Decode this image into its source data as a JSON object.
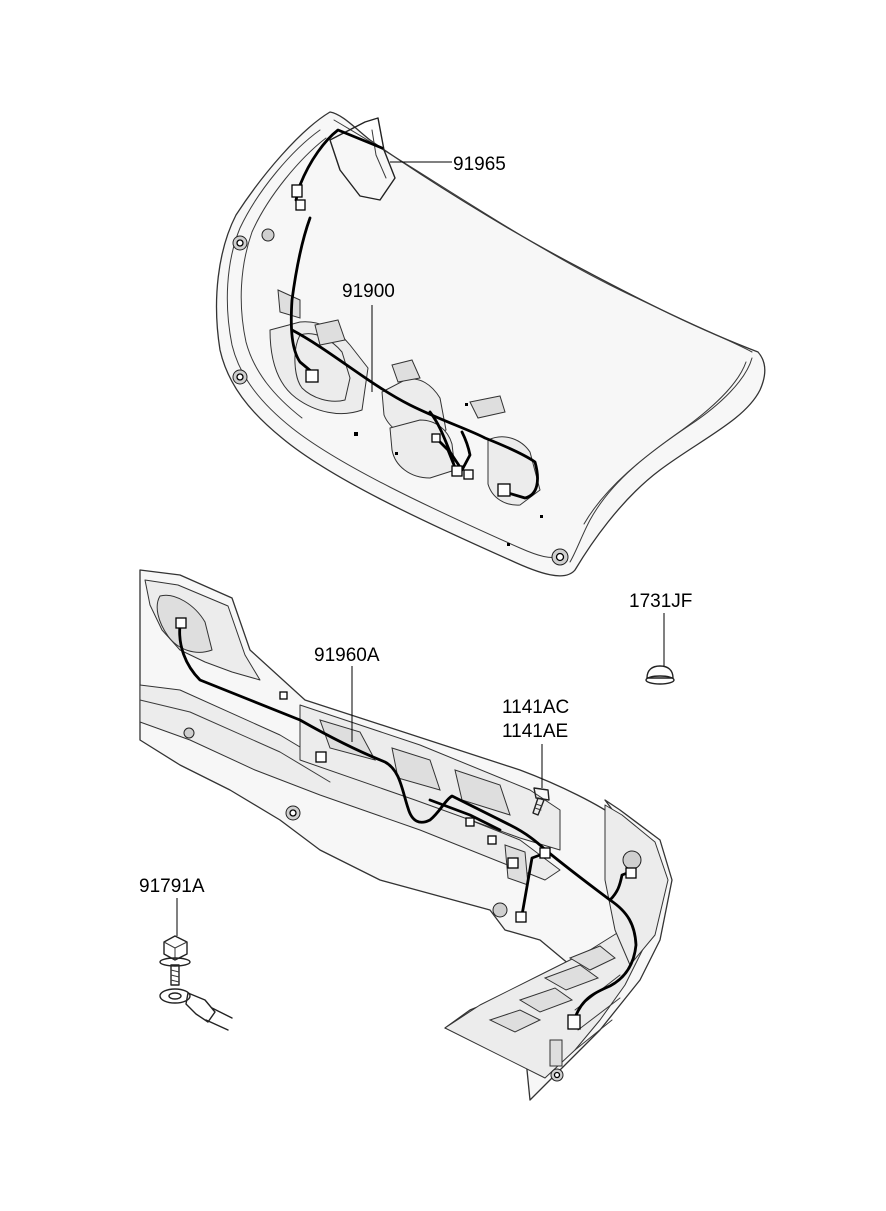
{
  "labels": {
    "part_91965": "91965",
    "part_91900": "91900",
    "part_1731JF": "1731JF",
    "part_91960A": "91960A",
    "part_1141AC": "1141AC",
    "part_1141AE": "1141AE",
    "part_91791A": "91791A"
  }
}
